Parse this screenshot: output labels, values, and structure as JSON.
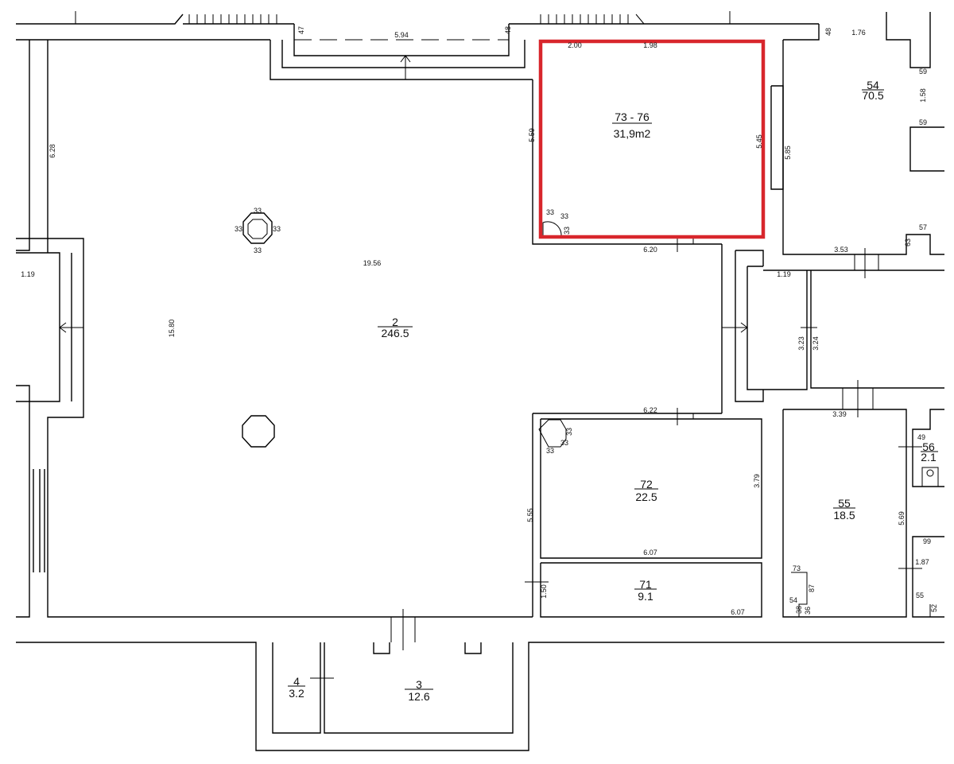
{
  "highlight": {
    "label": "73 - 76",
    "area": "31,9m2",
    "color": "#d8262c",
    "dims": {
      "top_left": "2.00",
      "top_right": "1.98",
      "right": "5.45",
      "left": "5.59",
      "bottom": "6.20"
    }
  },
  "rooms": {
    "r2": {
      "num": "2",
      "area": "246.5"
    },
    "r3": {
      "num": "3",
      "area": "12.6"
    },
    "r4": {
      "num": "4",
      "area": "3.2"
    },
    "r54": {
      "num": "54",
      "area": "70.5"
    },
    "r55": {
      "num": "55",
      "area": "18.5"
    },
    "r56": {
      "num": "56",
      "area": "2.1"
    },
    "r71": {
      "num": "71",
      "area": "9.1"
    },
    "r72": {
      "num": "72",
      "area": "22.5"
    }
  },
  "dims": {
    "d594": "5.94",
    "d47": "47",
    "d48a": "48",
    "d48b": "48",
    "d176": "1.76",
    "d628": "6.28",
    "d119a": "1.19",
    "d1956": "19.56",
    "d1580": "15.80",
    "d585": "5.85",
    "d158": "1.58",
    "d59a": "59",
    "d59b": "59",
    "d57": "57",
    "d63": "63",
    "d353": "3.53",
    "d119b": "1.19",
    "d323": "3.23",
    "d324": "3.24",
    "d622": "6.22",
    "d379": "3.79",
    "d555": "5.55",
    "d607a": "6.07",
    "d150": "1.50",
    "d607b": "6.07",
    "d339": "3.39",
    "d569": "5.69",
    "d49": "49",
    "d99": "99",
    "d187": "1.87",
    "d73": "73",
    "d87": "87",
    "d54": "54",
    "d38": "38",
    "d36": "36",
    "d55": "55",
    "d52": "52",
    "c33": "33"
  }
}
